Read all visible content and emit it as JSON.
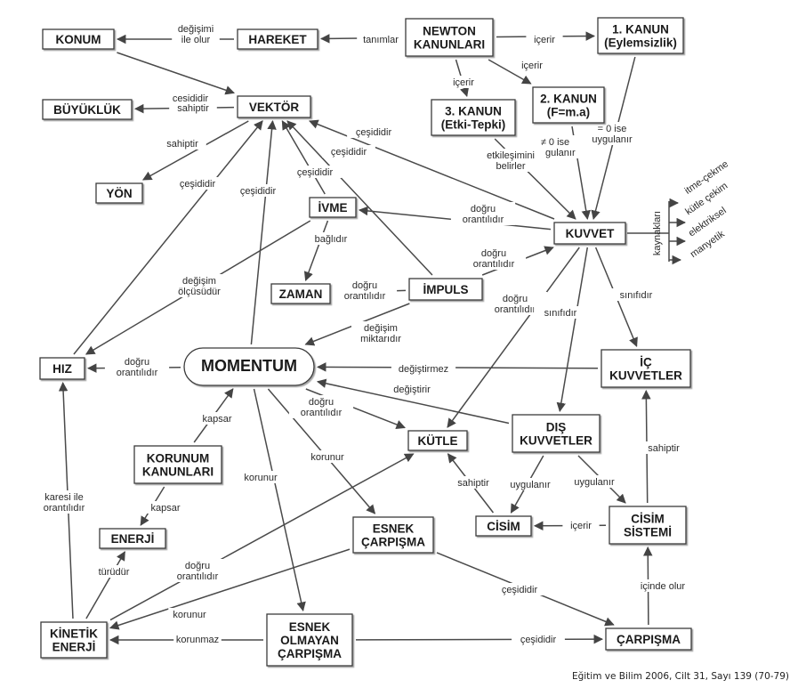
{
  "source": "Eğitim ve Bilim 2006, Cilt 31, Sayı 139 (70-79)",
  "nodes": [
    {
      "id": "konum",
      "lines": [
        "KONUM"
      ]
    },
    {
      "id": "hareket",
      "lines": [
        "HAREKET"
      ]
    },
    {
      "id": "newton",
      "lines": [
        "NEWTON",
        "KANUNLARI"
      ]
    },
    {
      "id": "kanun1",
      "lines": [
        "1. KANUN",
        "(Eylemsizlik)"
      ]
    },
    {
      "id": "buyukluk",
      "lines": [
        "BÜYÜKLÜK"
      ]
    },
    {
      "id": "vektor",
      "lines": [
        "VEKTÖR"
      ]
    },
    {
      "id": "kanun3",
      "lines": [
        "3. KANUN",
        "(Etki-Tepki)"
      ]
    },
    {
      "id": "kanun2",
      "lines": [
        "2. KANUN",
        "(F=m.a)"
      ]
    },
    {
      "id": "yon",
      "lines": [
        "YÖN"
      ]
    },
    {
      "id": "ivme",
      "lines": [
        "İVME"
      ]
    },
    {
      "id": "kuvvet",
      "lines": [
        "KUVVET"
      ]
    },
    {
      "id": "zaman",
      "lines": [
        "ZAMAN"
      ]
    },
    {
      "id": "impuls",
      "lines": [
        "İMPULS"
      ]
    },
    {
      "id": "hiz",
      "lines": [
        "HIZ"
      ]
    },
    {
      "id": "momentum",
      "lines": [
        "MOMENTUM"
      ]
    },
    {
      "id": "ic",
      "lines": [
        "İÇ",
        "KUVVETLER"
      ]
    },
    {
      "id": "dis",
      "lines": [
        "DIŞ",
        "KUVVETLER"
      ]
    },
    {
      "id": "kutle",
      "lines": [
        "KÜTLE"
      ]
    },
    {
      "id": "korunum",
      "lines": [
        "KORUNUM",
        "KANUNLARI"
      ]
    },
    {
      "id": "enerji",
      "lines": [
        "ENERJİ"
      ]
    },
    {
      "id": "cisim",
      "lines": [
        "CİSİM"
      ]
    },
    {
      "id": "cisimsis",
      "lines": [
        "CİSİM",
        "SİSTEMİ"
      ]
    },
    {
      "id": "esnek",
      "lines": [
        "ESNEK",
        "ÇARPIŞMA"
      ]
    },
    {
      "id": "kinetik",
      "lines": [
        "KİNETİK",
        "ENERJİ"
      ]
    },
    {
      "id": "esnekolmayan",
      "lines": [
        "ESNEK",
        "OLMAYAN",
        "ÇARPIŞMA"
      ]
    },
    {
      "id": "carpisma",
      "lines": [
        "ÇARPIŞMA"
      ]
    }
  ],
  "edges": [
    {
      "from": "newton",
      "to": "hareket",
      "label": [
        "tanımlar"
      ]
    },
    {
      "from": "hareket",
      "to": "konum",
      "label": [
        "değişimi",
        "ile olur"
      ]
    },
    {
      "from": "newton",
      "to": "kanun1",
      "label": [
        "içerir"
      ]
    },
    {
      "from": "newton",
      "to": "kanun2",
      "label": [
        "içerir"
      ]
    },
    {
      "from": "newton",
      "to": "kanun3",
      "label": [
        "içerir"
      ]
    },
    {
      "from": "konum",
      "to": "vektor",
      "label": [
        "çeşididir"
      ]
    },
    {
      "from": "vektor",
      "to": "buyukluk",
      "label": [
        "sahiptir"
      ]
    },
    {
      "from": "vektor",
      "to": "yon",
      "label": [
        "sahiptir"
      ]
    },
    {
      "from": "kanun1",
      "to": "kuvvet",
      "label": [
        "= 0 ise",
        "uygulanır"
      ]
    },
    {
      "from": "kanun2",
      "to": "kuvvet",
      "label": [
        "≠ 0 ise",
        "uygulanır"
      ]
    },
    {
      "from": "kanun3",
      "to": "kuvvet",
      "label": [
        "etkileşimini",
        "belirler"
      ]
    },
    {
      "from": "kuvvet",
      "to": "vektor",
      "label": [
        "çeşididir"
      ]
    },
    {
      "from": "impuls",
      "to": "vektor",
      "label": [
        "çeşididir"
      ]
    },
    {
      "from": "ivme",
      "to": "vektor",
      "label": [
        "çeşididir"
      ]
    },
    {
      "from": "hiz",
      "to": "vektor",
      "label": [
        "çeşididir"
      ]
    },
    {
      "from": "momentum",
      "to": "vektor",
      "label": [
        "çeşididir"
      ]
    },
    {
      "from": "kuvvet",
      "to": "ivme",
      "label": [
        "doğru",
        "orantılıdır"
      ]
    },
    {
      "from": "impuls",
      "to": "kuvvet",
      "label": [
        "doğru",
        "orantılıdır"
      ]
    },
    {
      "from": "ivme",
      "to": "zaman",
      "label": [
        "bağlıdır"
      ]
    },
    {
      "from": "impuls",
      "to": "zaman",
      "label": [
        "doğru",
        "orantılıdır"
      ]
    },
    {
      "from": "ivme",
      "to": "hiz",
      "label": [
        "değişim",
        "ölçüsüdür"
      ]
    },
    {
      "from": "impuls",
      "to": "momentum",
      "label": [
        "değişim",
        "miktarıdır"
      ]
    },
    {
      "from": "kuvvet",
      "to": "kutle",
      "label": [
        "doğru",
        "orantılıdır"
      ]
    },
    {
      "from": "momentum",
      "to": "hiz",
      "label": [
        "doğru",
        "orantılıdır"
      ]
    },
    {
      "from": "ic",
      "to": "momentum",
      "label": [
        "değiştirmez"
      ]
    },
    {
      "from": "dis",
      "to": "momentum",
      "label": [
        "değiştirir"
      ]
    },
    {
      "from": "kuvvet",
      "to": "ic",
      "label": [
        "sınıfıdır"
      ]
    },
    {
      "from": "kuvvet",
      "to": "dis",
      "label": [
        "sınıfıdır"
      ]
    },
    {
      "from": "momentum",
      "to": "kutle",
      "label": [
        "doğru",
        "orantılıdır"
      ]
    },
    {
      "from": "korunum",
      "to": "momentum",
      "label": [
        "kapsar"
      ]
    },
    {
      "from": "korunum",
      "to": "enerji",
      "label": [
        "kapsar"
      ]
    },
    {
      "from": "kinetik",
      "to": "enerji",
      "label": [
        "türüdür"
      ]
    },
    {
      "from": "kinetik",
      "to": "hiz",
      "label": [
        "karesi ile",
        "orantılıdır"
      ]
    },
    {
      "from": "kinetik",
      "to": "kutle",
      "label": [
        "doğru",
        "orantılıdır"
      ]
    },
    {
      "from": "momentum",
      "to": "esnek",
      "label": [
        "korunur"
      ]
    },
    {
      "from": "momentum",
      "to": "esnekolmayan",
      "label": [
        "korunur"
      ]
    },
    {
      "from": "cisim",
      "to": "kutle",
      "label": [
        "sahiptir"
      ]
    },
    {
      "from": "dis",
      "to": "cisim",
      "label": [
        "uygulanır"
      ]
    },
    {
      "from": "dis",
      "to": "cisimsis",
      "label": [
        "uygulanır"
      ]
    },
    {
      "from": "cisimsis",
      "to": "cisim",
      "label": [
        "içerir"
      ]
    },
    {
      "from": "cisimsis",
      "to": "ic",
      "label": [
        "sahiptir"
      ]
    },
    {
      "from": "carpisma",
      "to": "cisimsis",
      "label": [
        "içinde olur"
      ]
    },
    {
      "from": "esnek",
      "to": "carpisma",
      "label": [
        "çeşididir"
      ]
    },
    {
      "from": "esnekolmayan",
      "to": "carpisma",
      "label": [
        "çeşididir"
      ]
    },
    {
      "from": "esnek",
      "to": "kinetik",
      "label": [
        "korunur"
      ]
    },
    {
      "from": "esnekolmayan",
      "to": "kinetik",
      "label": [
        "korunmaz"
      ]
    }
  ],
  "kuvvet_sources": {
    "label": "kaynakları",
    "items": [
      "itme-çekme",
      "kütle çekim",
      "elektriksel",
      "manyetik"
    ]
  }
}
